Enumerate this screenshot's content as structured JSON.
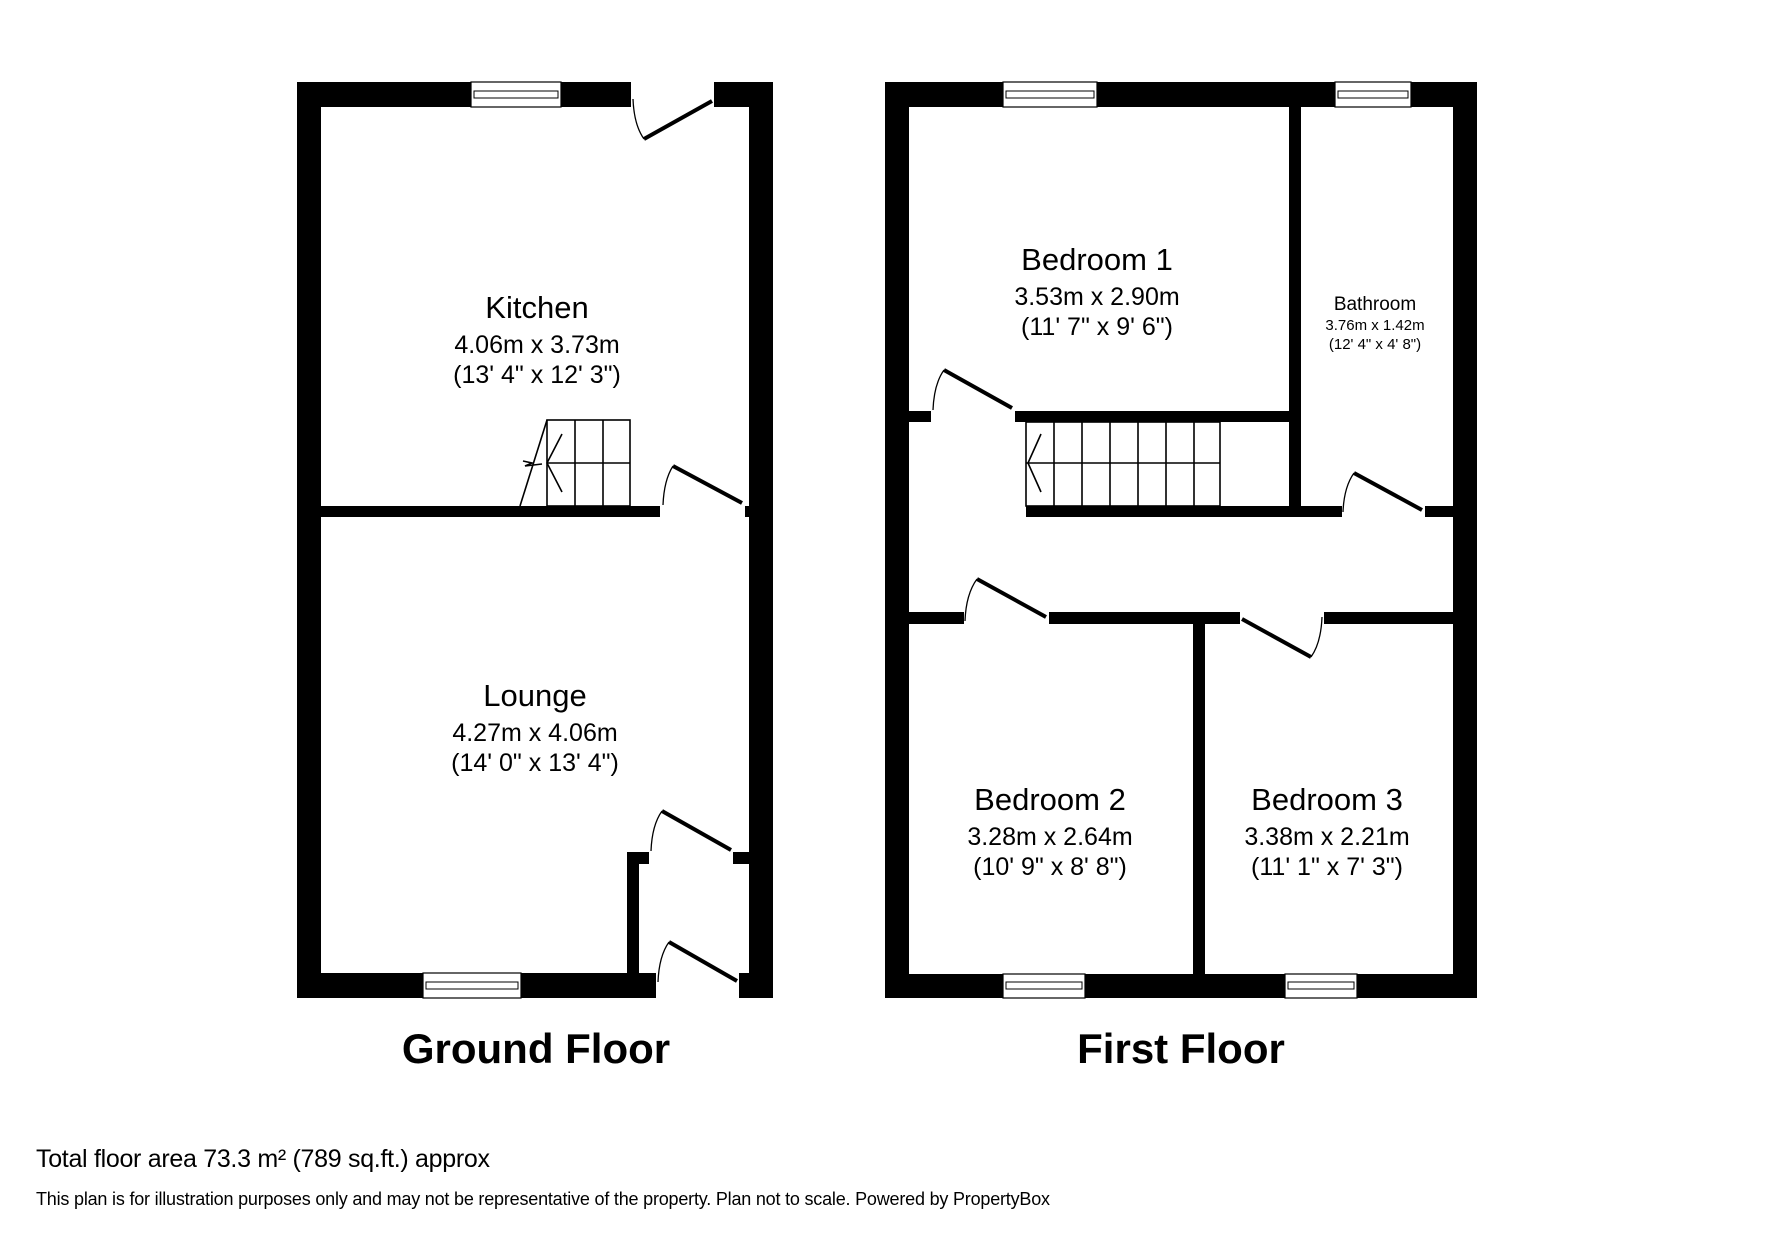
{
  "floors": [
    {
      "title": "Ground Floor",
      "rooms": [
        {
          "name": "Kitchen",
          "metric": "4.06m x 3.73m",
          "imperial": "(13' 4\" x 12' 3\")"
        },
        {
          "name": "Lounge",
          "metric": "4.27m x 4.06m",
          "imperial": "(14' 0\" x 13' 4\")"
        }
      ]
    },
    {
      "title": "First Floor",
      "rooms": [
        {
          "name": "Bedroom 1",
          "metric": "3.53m x 2.90m",
          "imperial": "(11' 7\" x 9' 6\")"
        },
        {
          "name": "Bathroom",
          "metric": "3.76m x 1.42m",
          "imperial": "(12' 4\" x 4' 8\")"
        },
        {
          "name": "Bedroom 2",
          "metric": "3.28m x 2.64m",
          "imperial": "(10' 9\" x 8' 8\")"
        },
        {
          "name": "Bedroom 3",
          "metric": "3.38m x 2.21m",
          "imperial": "(11' 1\" x 7' 3\")"
        }
      ]
    }
  ],
  "footer": {
    "total_area": "Total floor area 73.3 m² (789 sq.ft.) approx",
    "disclaimer": "This plan is for illustration purposes only and may not be representative of the property. Plan not to scale. Powered by PropertyBox"
  },
  "colors": {
    "wall": "#000000",
    "background": "#ffffff"
  }
}
